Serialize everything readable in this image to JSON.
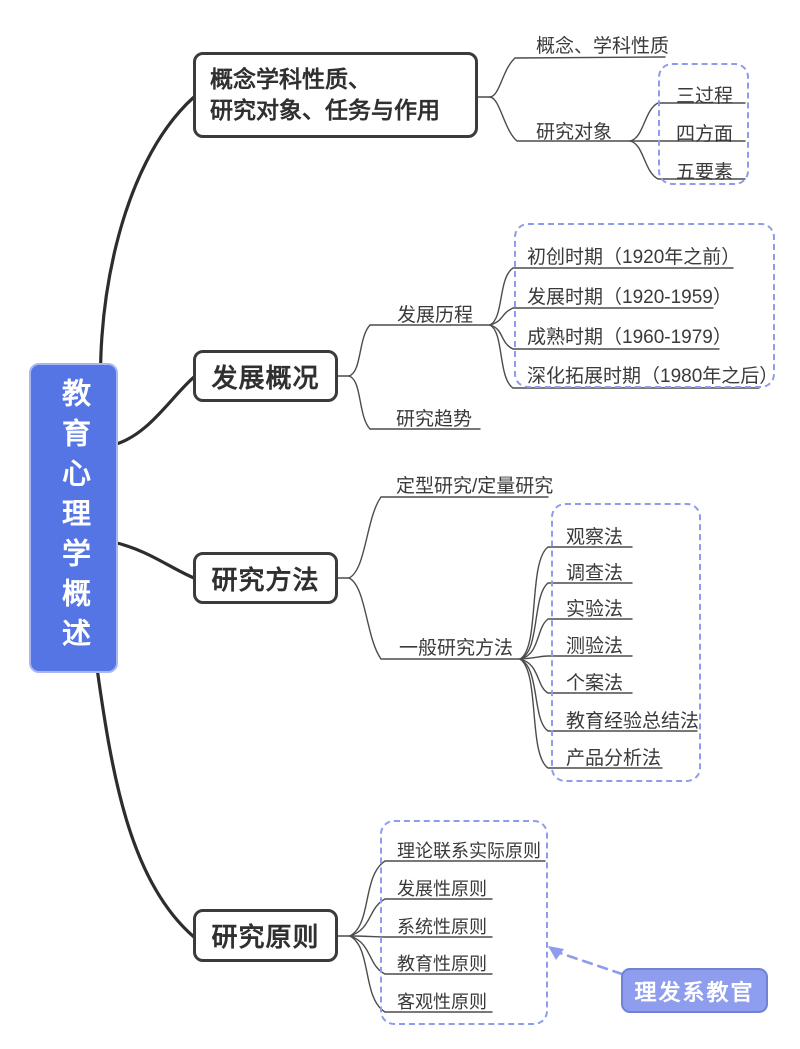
{
  "colors": {
    "root_fill": "#5575e4",
    "root_border": "#a9b6f2",
    "root_text": "#ffffff",
    "branch_border": "#3b3b3b",
    "line": "#2d2d2d",
    "thin_line": "#4c4c4c",
    "label_text": "#3a3a3a",
    "dashed_border": "#8d9cec",
    "mnemonic_fill": "#8e9ded",
    "mnemonic_border": "#7081d8"
  },
  "root": {
    "label": "教育心理学概述"
  },
  "branches": [
    {
      "label_line1": "概念学科性质、",
      "label_line2": "研究对象、任务与作用",
      "children": [
        {
          "label": "概念、学科性质"
        },
        {
          "label": "研究对象",
          "children": [
            "三过程",
            "四方面",
            "五要素"
          ]
        }
      ]
    },
    {
      "label": "发展概况",
      "children": [
        {
          "label": "发展历程",
          "children": [
            "初创时期（1920年之前）",
            "发展时期（1920-1959）",
            "成熟时期（1960-1979）",
            "深化拓展时期（1980年之后）"
          ]
        },
        {
          "label": "研究趋势"
        }
      ]
    },
    {
      "label": "研究方法",
      "children": [
        {
          "label": "定型研究/定量研究"
        },
        {
          "label": "一般研究方法",
          "children": [
            "观察法",
            "调查法",
            "实验法",
            "测验法",
            "个案法",
            "教育经验总结法",
            "产品分析法"
          ]
        }
      ]
    },
    {
      "label": "研究原则",
      "children": [
        {
          "label": "理论联系实际原则"
        },
        {
          "label": "发展性原则"
        },
        {
          "label": "系统性原则"
        },
        {
          "label": "教育性原则"
        },
        {
          "label": "客观性原则"
        }
      ]
    }
  ],
  "mnemonic": {
    "label": "理发系教官"
  }
}
